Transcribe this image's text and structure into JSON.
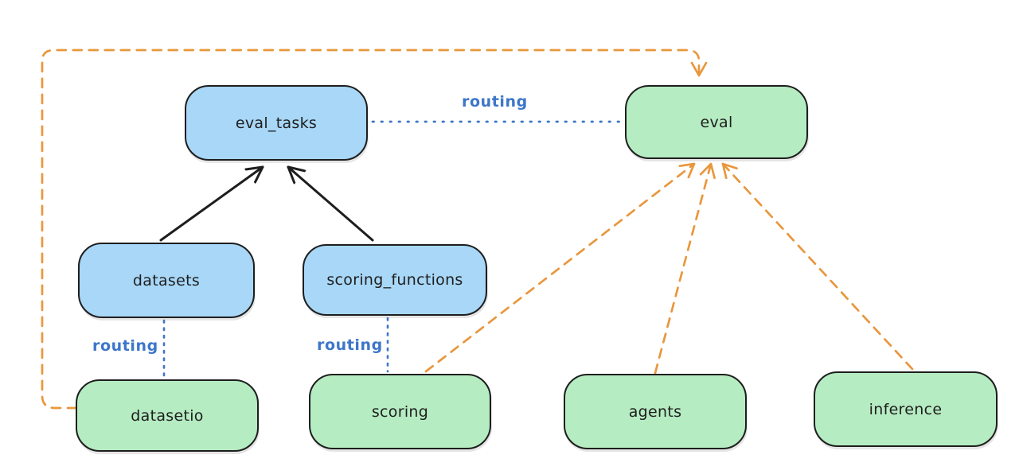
{
  "colors": {
    "ink": "#1e1e1e",
    "blue_fill": "#a8d7f7",
    "green_fill": "#b6ecc2",
    "orange": "#e9973d",
    "blue": "#3d76c9",
    "background": "#ffffff"
  },
  "nodes": {
    "eval_tasks": {
      "label": "eval_tasks",
      "color": "blue"
    },
    "eval": {
      "label": "eval",
      "color": "green"
    },
    "datasets": {
      "label": "datasets",
      "color": "blue"
    },
    "scoring_functions": {
      "label": "scoring_functions",
      "color": "blue"
    },
    "datasetio": {
      "label": "datasetio",
      "color": "green"
    },
    "scoring": {
      "label": "scoring",
      "color": "green"
    },
    "agents": {
      "label": "agents",
      "color": "green"
    },
    "inference": {
      "label": "inference",
      "color": "green"
    }
  },
  "edge_labels": {
    "routing_eval_tasks_eval": "routing",
    "routing_datasets_datasetio": "routing",
    "routing_scoring_functions_scoring": "routing"
  },
  "edges": [
    {
      "from": "datasets",
      "to": "eval_tasks",
      "style": "solid-arrow",
      "color": "black"
    },
    {
      "from": "scoring_functions",
      "to": "eval_tasks",
      "style": "solid-arrow",
      "color": "black"
    },
    {
      "from": "eval_tasks",
      "to": "eval",
      "style": "dotted",
      "color": "blue",
      "label": "routing"
    },
    {
      "from": "datasets",
      "to": "datasetio",
      "style": "dotted",
      "color": "blue",
      "label": "routing"
    },
    {
      "from": "scoring_functions",
      "to": "scoring",
      "style": "dotted",
      "color": "blue",
      "label": "routing"
    },
    {
      "from": "datasetio",
      "to": "eval",
      "style": "dashed-arrow",
      "color": "orange"
    },
    {
      "from": "scoring",
      "to": "eval",
      "style": "dashed-arrow",
      "color": "orange"
    },
    {
      "from": "agents",
      "to": "eval",
      "style": "dashed-arrow",
      "color": "orange"
    },
    {
      "from": "inference",
      "to": "eval",
      "style": "dashed-arrow",
      "color": "orange"
    }
  ]
}
